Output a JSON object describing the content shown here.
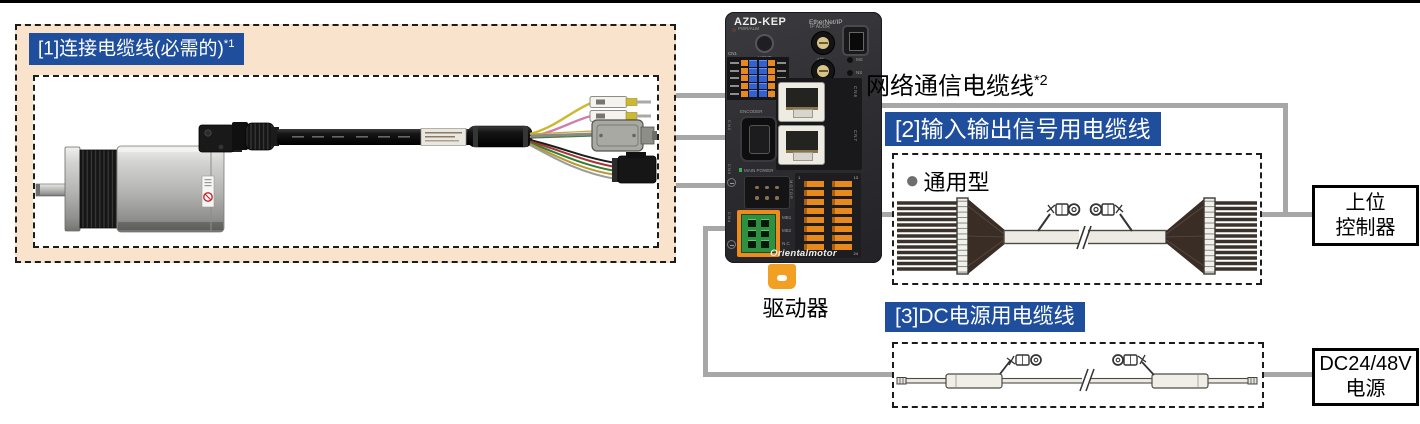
{
  "colors": {
    "accent_blue": "#1f4e9c",
    "panel_peach": "#fae3cd",
    "connector_line_gray": "#a7a7a7",
    "driver_orange": "#ef8b1d",
    "tab_orange": "#f2a024",
    "terminal_green": "#2e9141"
  },
  "sections": {
    "motor_cable": {
      "label": "[1]连接电缆线(必需的)",
      "footnote": "*1"
    },
    "network_cable": {
      "label": "网络通信电缆线",
      "footnote": "*2"
    },
    "io_cable": {
      "label": "[2]输入输出信号用电缆线",
      "bullet": "●",
      "type_name": "通用型"
    },
    "dc_cable": {
      "label": "[3]DC电源用电缆线"
    }
  },
  "driver": {
    "caption": "驱动器",
    "model": "AZD-KEP",
    "protocol": "EtherNet/IP",
    "brand": "Orientalmotor",
    "labels": {
      "pwr_alm": "PWR/ALM",
      "home": "HOME",
      "preset": "PRESET",
      "ip_addr": "IP ADDR",
      "x16": "×16",
      "x1": "×1",
      "ms": "MS",
      "ns": "NS",
      "cn1": "CN1",
      "cn2": "CN2",
      "cn3": "CN3",
      "cn4": "CN4",
      "cn6": "CN6",
      "cn7": "CN7",
      "la": "L/A",
      "encoder": "ENCODER",
      "main_power": "MAIN POWER",
      "motor_port": "MOTOR",
      "mb1": "MB1",
      "mb2": "MB2",
      "nc": "N.C",
      "pin_1": "1",
      "pin_13": "13",
      "pin_12": "12",
      "pin_24": "24"
    }
  },
  "endpoints": {
    "host_controller": {
      "line1": "上位",
      "line2": "控制器"
    },
    "dc_power": {
      "line1": "DC24/48V",
      "line2": "电源"
    }
  }
}
